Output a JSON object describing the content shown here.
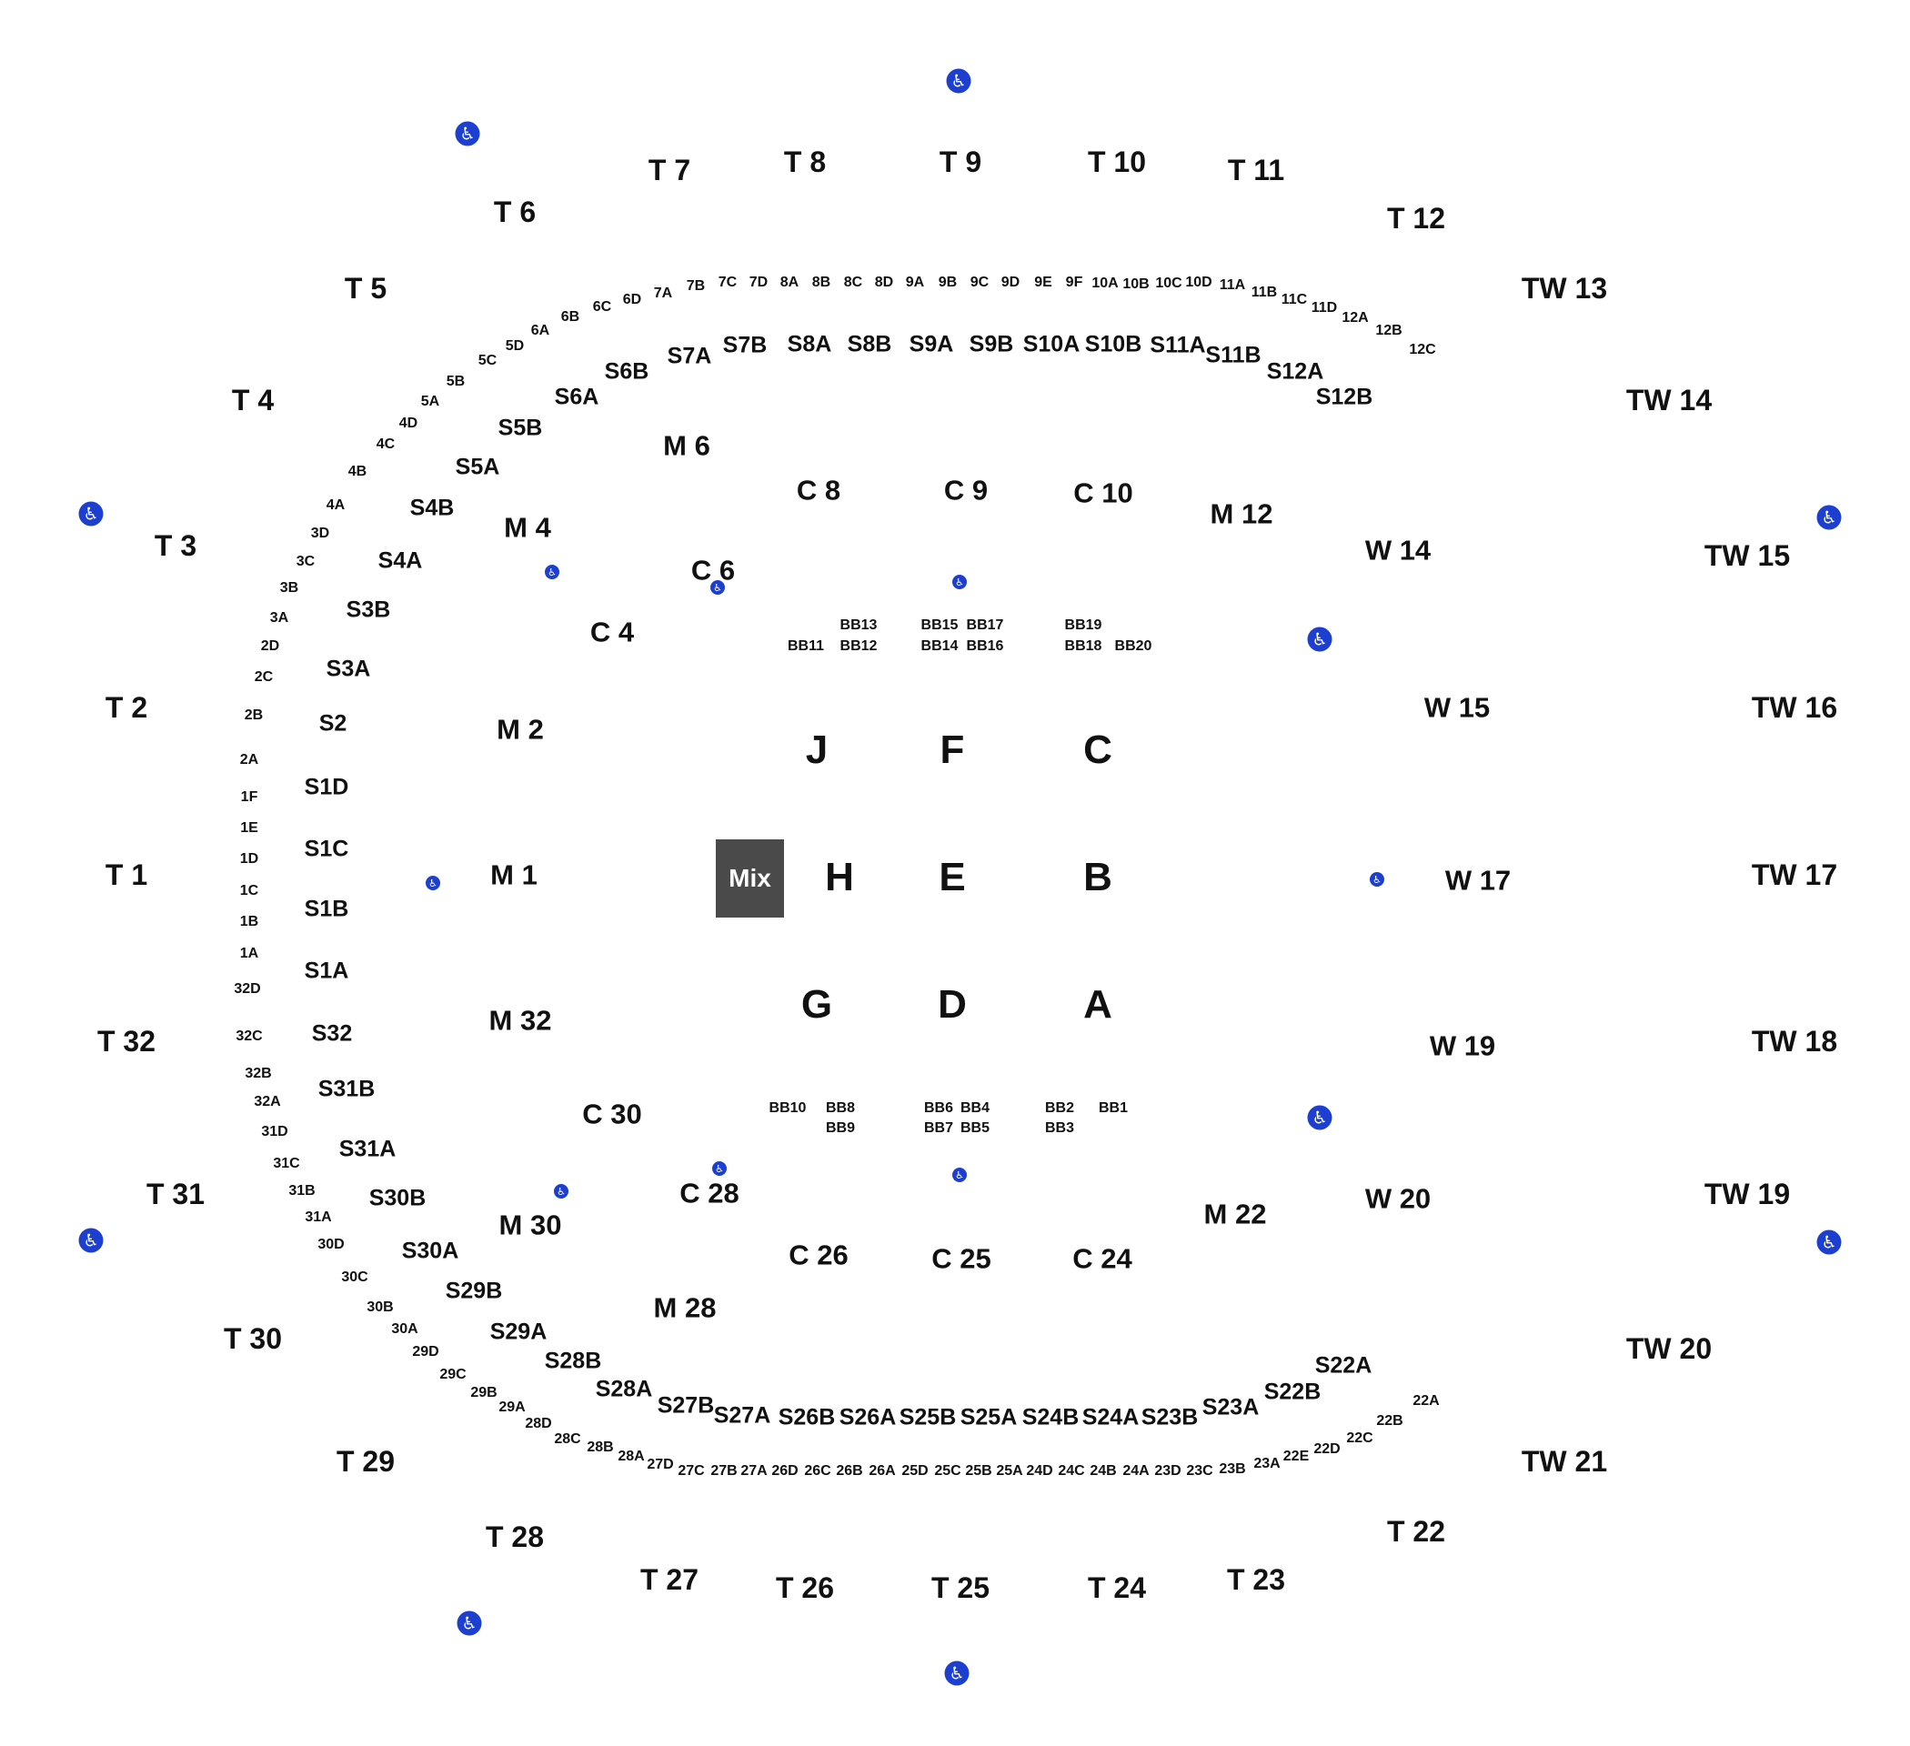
{
  "accent_color": "#1d3fcf",
  "mix_label": "Mix",
  "wheelchair_icon": "wheelchair-accessible-icon",
  "sections": [
    [
      "T 1"
    ],
    [
      "T 2"
    ],
    [
      "T 3"
    ],
    [
      "T 4"
    ],
    [
      "T 5"
    ],
    [
      "T 6"
    ],
    [
      "T 7"
    ],
    [
      "T 8"
    ],
    [
      "T 9"
    ],
    [
      "T 10"
    ],
    [
      "T 11"
    ],
    [
      "T 12"
    ],
    [
      "TW 13"
    ],
    [
      "TW 14"
    ],
    [
      "TW 15"
    ],
    [
      "TW 16"
    ],
    [
      "TW 17"
    ],
    [
      "TW 18"
    ],
    [
      "TW 19"
    ],
    [
      "TW 20"
    ],
    [
      "TW 21"
    ],
    [
      "T 22"
    ],
    [
      "T 23"
    ],
    [
      "T 24"
    ],
    [
      "T 25"
    ],
    [
      "T 26"
    ],
    [
      "T 27"
    ],
    [
      "T 28"
    ],
    [
      "T 29"
    ],
    [
      "T 30"
    ],
    [
      "T 31"
    ],
    [
      "T 32"
    ],
    [
      "M 1"
    ],
    [
      "M 2"
    ],
    [
      "M 4"
    ],
    [
      "M 6"
    ],
    [
      "M 12"
    ],
    [
      "M 22"
    ],
    [
      "M 28"
    ],
    [
      "M 30"
    ],
    [
      "M 32"
    ],
    [
      "C 4"
    ],
    [
      "C 6"
    ],
    [
      "C 8"
    ],
    [
      "C 9"
    ],
    [
      "C 10"
    ],
    [
      "C 24"
    ],
    [
      "C 25"
    ],
    [
      "C 26"
    ],
    [
      "C 28"
    ],
    [
      "C 30"
    ],
    [
      "W 14"
    ],
    [
      "W 15"
    ],
    [
      "W 17"
    ],
    [
      "W 19"
    ],
    [
      "W 20"
    ],
    [
      "J"
    ],
    [
      "F"
    ],
    [
      "C"
    ],
    [
      "H"
    ],
    [
      "E"
    ],
    [
      "B"
    ],
    [
      "G"
    ],
    [
      "D"
    ],
    [
      "A"
    ],
    [
      "S1A"
    ],
    [
      "S1B"
    ],
    [
      "S1C"
    ],
    [
      "S1D"
    ],
    [
      "S2"
    ],
    [
      "S3A"
    ],
    [
      "S3B"
    ],
    [
      "S4A"
    ],
    [
      "S4B"
    ],
    [
      "S5A"
    ],
    [
      "S5B"
    ],
    [
      "S6A"
    ],
    [
      "S6B"
    ],
    [
      "S7A"
    ],
    [
      "S7B"
    ],
    [
      "S8A"
    ],
    [
      "S8B"
    ],
    [
      "S9A"
    ],
    [
      "S9B"
    ],
    [
      "S10A"
    ],
    [
      "S10B"
    ],
    [
      "S11A"
    ],
    [
      "S11B"
    ],
    [
      "S12A"
    ],
    [
      "S12B"
    ],
    [
      "S22A"
    ],
    [
      "S22B"
    ],
    [
      "S23A"
    ],
    [
      "S23B"
    ],
    [
      "S24A"
    ],
    [
      "S24B"
    ],
    [
      "S25A"
    ],
    [
      "S25B"
    ],
    [
      "S26A"
    ],
    [
      "S26B"
    ],
    [
      "S27A"
    ],
    [
      "S27B"
    ],
    [
      "S28A"
    ],
    [
      "S28B"
    ],
    [
      "S29A"
    ],
    [
      "S29B"
    ],
    [
      "S30A"
    ],
    [
      "S30B"
    ],
    [
      "S31A"
    ],
    [
      "S31B"
    ],
    [
      "S32"
    ],
    [
      "1A"
    ],
    [
      "1B"
    ],
    [
      "1C"
    ],
    [
      "1D"
    ],
    [
      "1E"
    ],
    [
      "1F"
    ],
    [
      "2A"
    ],
    [
      "2B"
    ],
    [
      "2C"
    ],
    [
      "2D"
    ],
    [
      "3A"
    ],
    [
      "3B"
    ],
    [
      "3C"
    ],
    [
      "3D"
    ],
    [
      "4A"
    ],
    [
      "4B"
    ],
    [
      "4C"
    ],
    [
      "4D"
    ],
    [
      "5A"
    ],
    [
      "5B"
    ],
    [
      "5C"
    ],
    [
      "5D"
    ],
    [
      "6A"
    ],
    [
      "6B"
    ],
    [
      "6C"
    ],
    [
      "6D"
    ],
    [
      "7A"
    ],
    [
      "7B"
    ],
    [
      "7C"
    ],
    [
      "7D"
    ],
    [
      "8A"
    ],
    [
      "8B"
    ],
    [
      "8C"
    ],
    [
      "8D"
    ],
    [
      "9A"
    ],
    [
      "9B"
    ],
    [
      "9C"
    ],
    [
      "9D"
    ],
    [
      "9E"
    ],
    [
      "9F"
    ],
    [
      "10A"
    ],
    [
      "10B"
    ],
    [
      "10C"
    ],
    [
      "10D"
    ],
    [
      "11A"
    ],
    [
      "11B"
    ],
    [
      "11C"
    ],
    [
      "11D"
    ],
    [
      "12A"
    ],
    [
      "12B"
    ],
    [
      "12C"
    ],
    [
      "22A"
    ],
    [
      "22B"
    ],
    [
      "22C"
    ],
    [
      "22D"
    ],
    [
      "22E"
    ],
    [
      "23A"
    ],
    [
      "23B"
    ],
    [
      "23C"
    ],
    [
      "23D"
    ],
    [
      "24A"
    ],
    [
      "24B"
    ],
    [
      "24C"
    ],
    [
      "24D"
    ],
    [
      "25A"
    ],
    [
      "25B"
    ],
    [
      "25C"
    ],
    [
      "25D"
    ],
    [
      "26A"
    ],
    [
      "26B"
    ],
    [
      "26C"
    ],
    [
      "26D"
    ],
    [
      "27A"
    ],
    [
      "27B"
    ],
    [
      "27C"
    ],
    [
      "27D"
    ],
    [
      "28A"
    ],
    [
      "28B"
    ],
    [
      "28C"
    ],
    [
      "28D"
    ],
    [
      "29A"
    ],
    [
      "29B"
    ],
    [
      "29C"
    ],
    [
      "29D"
    ],
    [
      "30A"
    ],
    [
      "30B"
    ],
    [
      "30C"
    ],
    [
      "30D"
    ],
    [
      "31A"
    ],
    [
      "31B"
    ],
    [
      "31C"
    ],
    [
      "31D"
    ],
    [
      "32A"
    ],
    [
      "32B"
    ],
    [
      "32C"
    ],
    [
      "32D"
    ],
    [
      "BB1"
    ],
    [
      "BB2"
    ],
    [
      "BB3"
    ],
    [
      "BB4"
    ],
    [
      "BB5"
    ],
    [
      "BB6"
    ],
    [
      "BB7"
    ],
    [
      "BB8"
    ],
    [
      "BB9"
    ],
    [
      "BB10"
    ],
    [
      "BB11"
    ],
    [
      "BB12"
    ],
    [
      "BB13"
    ],
    [
      "BB14"
    ],
    [
      "BB15"
    ],
    [
      "BB16"
    ],
    [
      "BB17"
    ],
    [
      "BB18"
    ],
    [
      "BB19"
    ],
    [
      "BB20"
    ]
  ]
}
